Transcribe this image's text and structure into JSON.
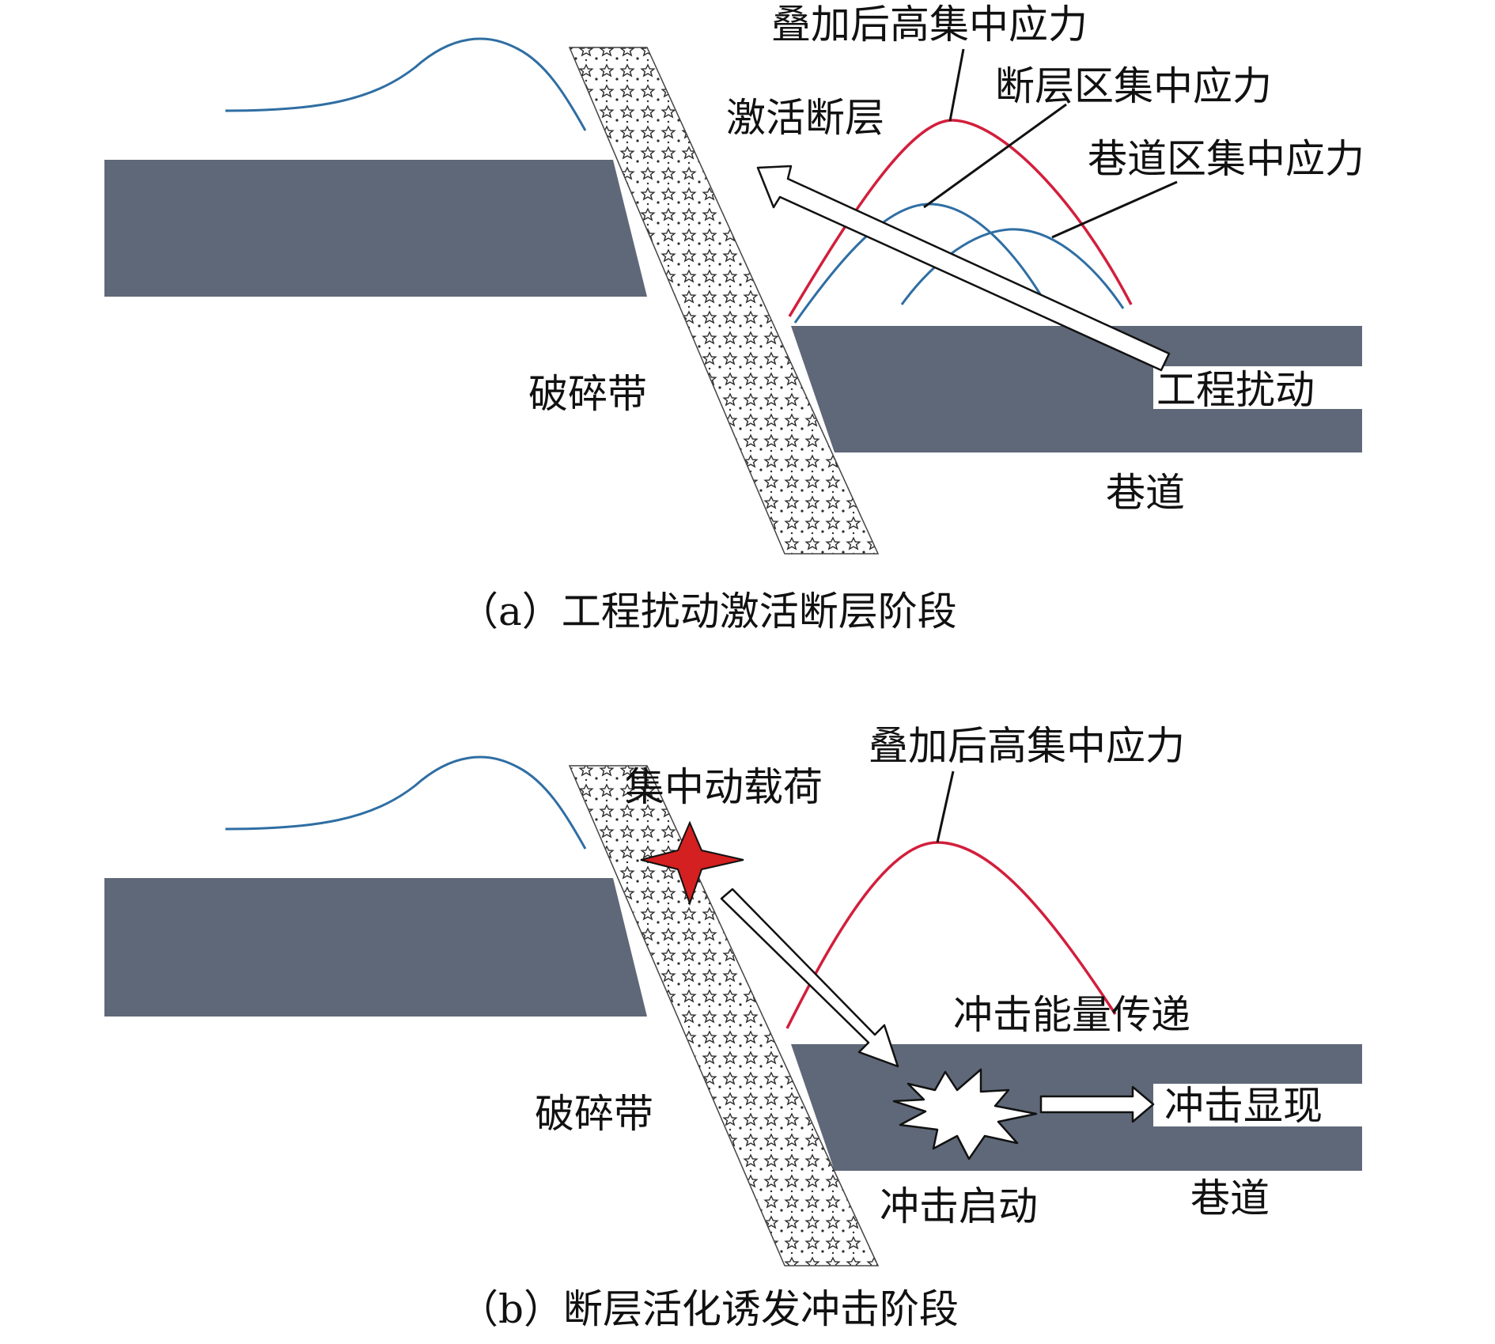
{
  "colors": {
    "rock": "#5f6878",
    "red_curve": "#d21f3c",
    "blue_curve": "#2f6ea3",
    "star": "#d42020",
    "ink": "#111111"
  },
  "icons": {
    "activation_arrow": "arrow-icon",
    "dynamic_load": "four-point-star-icon",
    "impact_burst": "explosion-burst-icon"
  },
  "panel_a": {
    "caption": "（a）工程扰动激活断层阶段",
    "labels": {
      "superposed_stress": "叠加后高集中应力",
      "fault_zone_stress": "断层区集中应力",
      "activated_fault": "激活断层",
      "roadway_stress": "巷道区集中应力",
      "broken_zone": "破碎带",
      "engineering_disturbance": "工程扰动",
      "roadway": "巷道"
    }
  },
  "panel_b": {
    "caption": "（b）断层活化诱发冲击阶段",
    "labels": {
      "superposed_stress": "叠加后高集中应力",
      "concentrated_dynamic_load": "集中动载荷",
      "impact_energy_transfer": "冲击能量传递",
      "broken_zone": "破碎带",
      "impact_manifestation": "冲击显现",
      "impact_initiation": "冲击启动",
      "roadway": "巷道"
    }
  }
}
